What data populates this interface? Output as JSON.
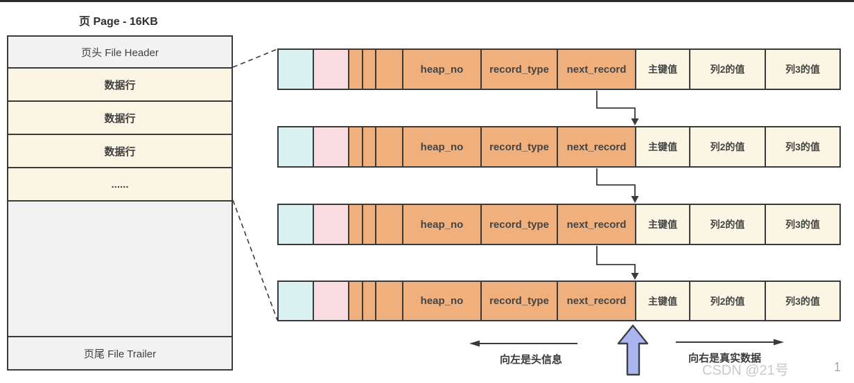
{
  "diagram": {
    "title": "页 Page - 16KB",
    "page_box": {
      "header_label": "页头 File Header",
      "data_row_label": "数据行",
      "ellipsis_label": "......",
      "trailer_label": "页尾 File Trailer"
    },
    "record_row": {
      "labels": [
        "heap_no",
        "record_type",
        "next_record",
        "主键值",
        "列2的值",
        "列3的值"
      ]
    },
    "record_row_count": 4,
    "footer": {
      "left_arrow_label": "向左是头信息",
      "right_arrow_label": "向右是真实数据"
    },
    "watermark": "CSDN @21号",
    "page_number": "1",
    "colors": {
      "border": "#3a3a3a",
      "cell_blue": "#d9f1f1",
      "cell_pink": "#f9dde3",
      "cell_orange": "#f0b07d",
      "cell_cream": "#fbf6e4",
      "box_gray": "#f2f2f2",
      "up_arrow_fill": "#abb6f1"
    }
  }
}
